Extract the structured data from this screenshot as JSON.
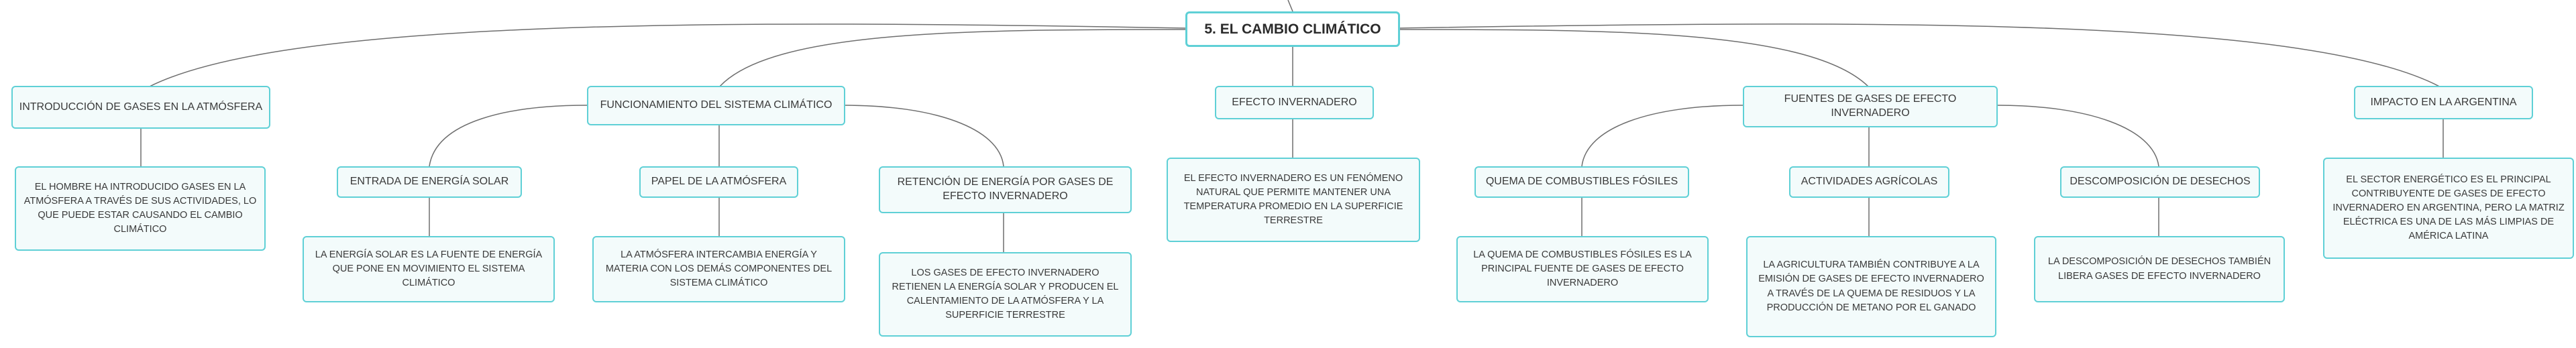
{
  "diagram": {
    "root": "5. EL CAMBIO CLIMÁTICO",
    "topics": [
      {
        "label": "INTRODUCCIÓN DE GASES EN LA ATMÓSFERA",
        "description": "EL HOMBRE HA INTRODUCIDO GASES EN LA ATMÓSFERA A TRAVÉS DE SUS ACTIVIDADES, LO QUE PUEDE ESTAR CAUSANDO EL CAMBIO CLIMÁTICO"
      },
      {
        "label": "FUNCIONAMIENTO DEL SISTEMA CLIMÁTICO",
        "subtopics": [
          {
            "label": "ENTRADA DE ENERGÍA SOLAR",
            "description": "LA ENERGÍA SOLAR ES LA FUENTE DE ENERGÍA QUE PONE EN MOVIMIENTO EL SISTEMA CLIMÁTICO"
          },
          {
            "label": "PAPEL DE LA ATMÓSFERA",
            "description": "LA ATMÓSFERA INTERCAMBIA ENERGÍA Y MATERIA CON LOS DEMÁS COMPONENTES DEL SISTEMA CLIMÁTICO"
          },
          {
            "label": "RETENCIÓN DE ENERGÍA POR GASES DE EFECTO INVERNADERO",
            "description": "LOS GASES DE EFECTO INVERNADERO RETIENEN LA ENERGÍA SOLAR Y PRODUCEN EL CALENTAMIENTO DE LA ATMÓSFERA Y LA SUPERFICIE TERRESTRE"
          }
        ]
      },
      {
        "label": "EFECTO INVERNADERO",
        "description": "EL EFECTO INVERNADERO ES UN FENÓMENO NATURAL QUE PERMITE MANTENER UNA TEMPERATURA PROMEDIO EN LA SUPERFICIE TERRESTRE"
      },
      {
        "label": "FUENTES DE GASES DE EFECTO INVERNADERO",
        "subtopics": [
          {
            "label": "QUEMA DE COMBUSTIBLES FÓSILES",
            "description": "LA QUEMA DE COMBUSTIBLES FÓSILES ES LA PRINCIPAL FUENTE DE GASES DE EFECTO INVERNADERO"
          },
          {
            "label": "ACTIVIDADES AGRÍCOLAS",
            "description": "LA AGRICULTURA TAMBIÉN CONTRIBUYE A LA EMISIÓN DE GASES DE EFECTO INVERNADERO A TRAVÉS DE LA QUEMA DE RESIDUOS Y LA PRODUCCIÓN DE METANO POR EL GANADO"
          },
          {
            "label": "DESCOMPOSICIÓN DE DESECHOS",
            "description": "LA DESCOMPOSICIÓN DE DESECHOS TAMBIÉN LIBERA GASES DE EFECTO INVERNADERO"
          }
        ]
      },
      {
        "label": "IMPACTO EN LA ARGENTINA",
        "description": "EL SECTOR ENERGÉTICO ES EL PRINCIPAL CONTRIBUYENTE DE GASES DE EFECTO INVERNADERO EN ARGENTINA, PERO LA MATRIZ ELÉCTRICA ES UNA DE LAS MÁS LIMPIAS DE AMÉRICA LATINA"
      }
    ]
  }
}
